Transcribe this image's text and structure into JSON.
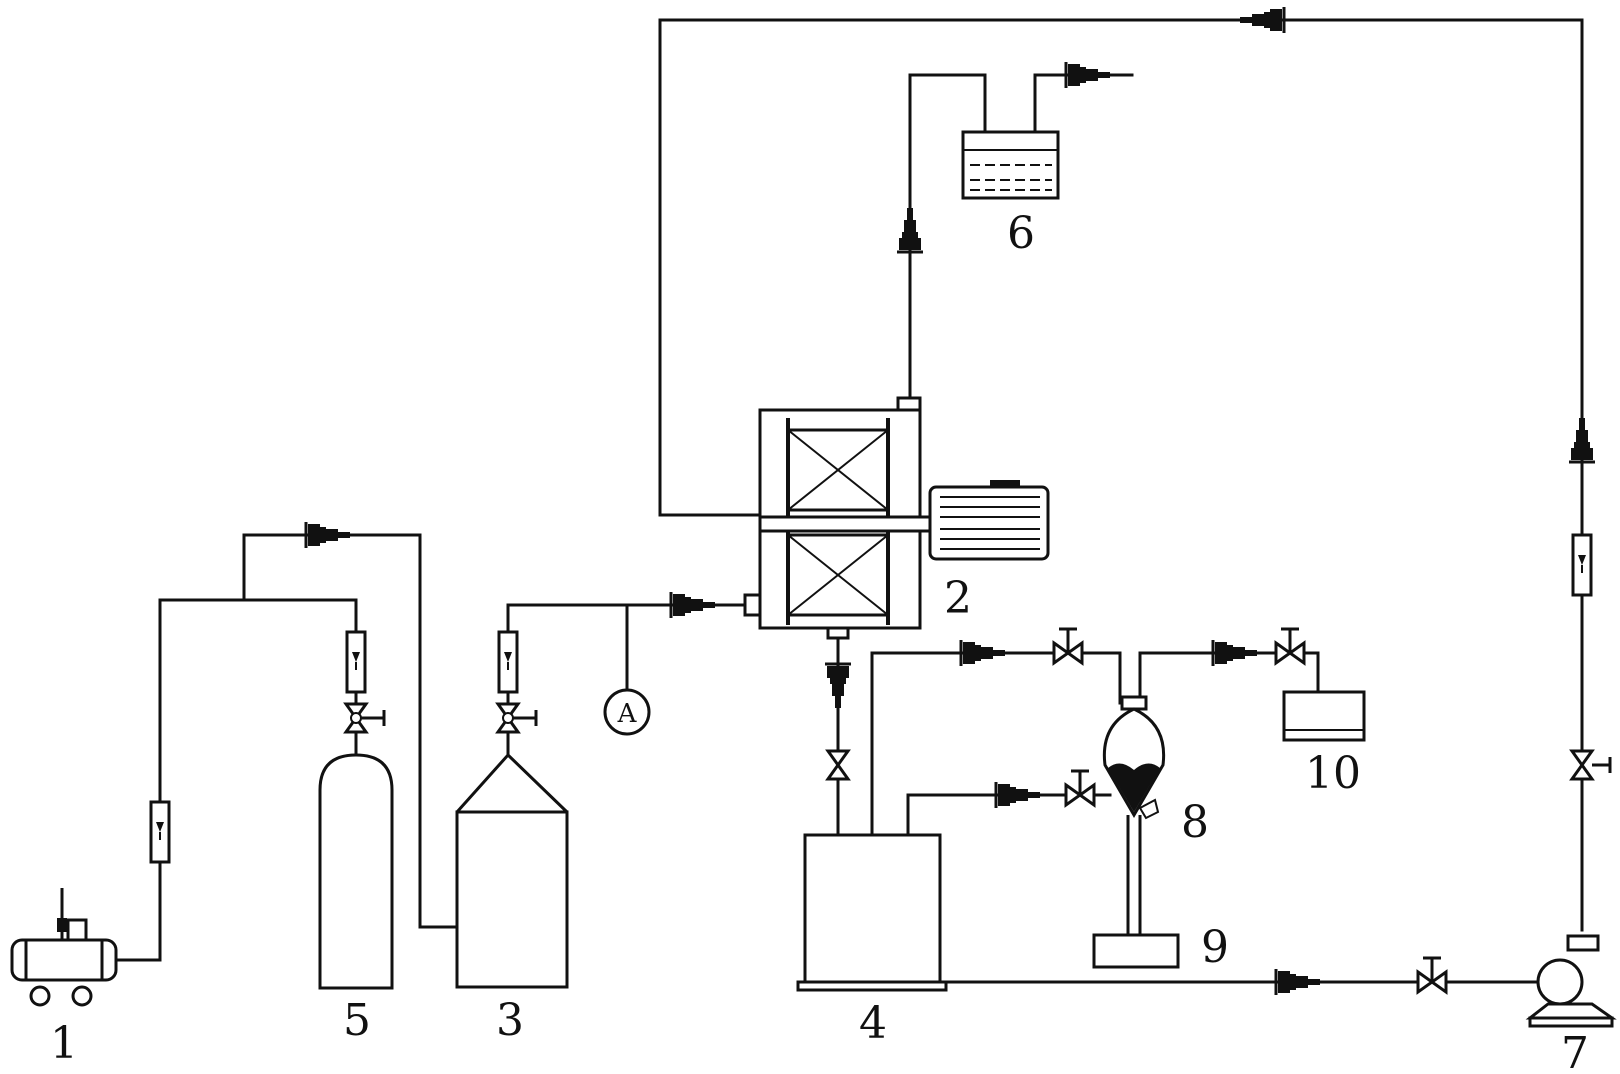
{
  "labels": {
    "air_compressor": "1",
    "reactor": "2",
    "tank_3": "3",
    "tank_4": "4",
    "gas_cylinder": "5",
    "absorber": "6",
    "pump": "7",
    "separator": "8",
    "collector_9": "9",
    "collector_10": "10"
  },
  "gauge_letter": "A",
  "colors": {
    "line": "#111111",
    "background": "#ffffff"
  }
}
